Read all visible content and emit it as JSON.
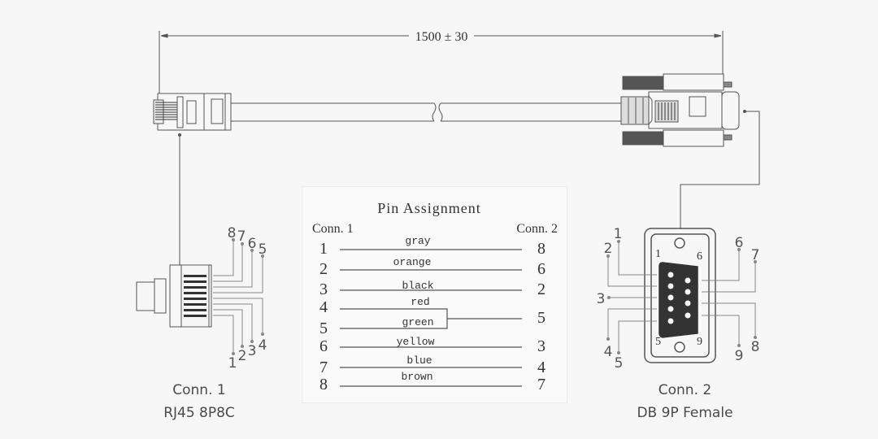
{
  "dimension": {
    "label": "1500 ± 30"
  },
  "pin_table": {
    "title": "Pin Assignment",
    "left_header": "Conn. 1",
    "right_header": "Conn. 2",
    "rows": [
      {
        "left": "1",
        "color": "gray",
        "right": "8"
      },
      {
        "left": "2",
        "color": "orange",
        "right": "6"
      },
      {
        "left": "3",
        "color": "black",
        "right": "2"
      },
      {
        "left": "4",
        "color": "red",
        "right": "5"
      },
      {
        "left": "5",
        "color": "green",
        "right": "5"
      },
      {
        "left": "6",
        "color": "yellow",
        "right": "3"
      },
      {
        "left": "7",
        "color": "blue",
        "right": "4"
      },
      {
        "left": "8",
        "color": "brown",
        "right": "7"
      }
    ]
  },
  "conn1": {
    "title": "Conn. 1",
    "subtitle": "RJ45 8P8C",
    "pins": [
      "1",
      "2",
      "3",
      "4",
      "5",
      "6",
      "7",
      "8"
    ]
  },
  "conn2": {
    "title": "Conn. 2",
    "subtitle": "DB 9P Female",
    "pins": [
      "1",
      "2",
      "3",
      "4",
      "5",
      "6",
      "7",
      "8",
      "9"
    ],
    "face_labels": {
      "tl": "1",
      "tr": "6",
      "bl": "5",
      "br": "9"
    }
  },
  "colors": {
    "line": "#555555",
    "text": "#333333",
    "pin_dark": "#333333"
  }
}
